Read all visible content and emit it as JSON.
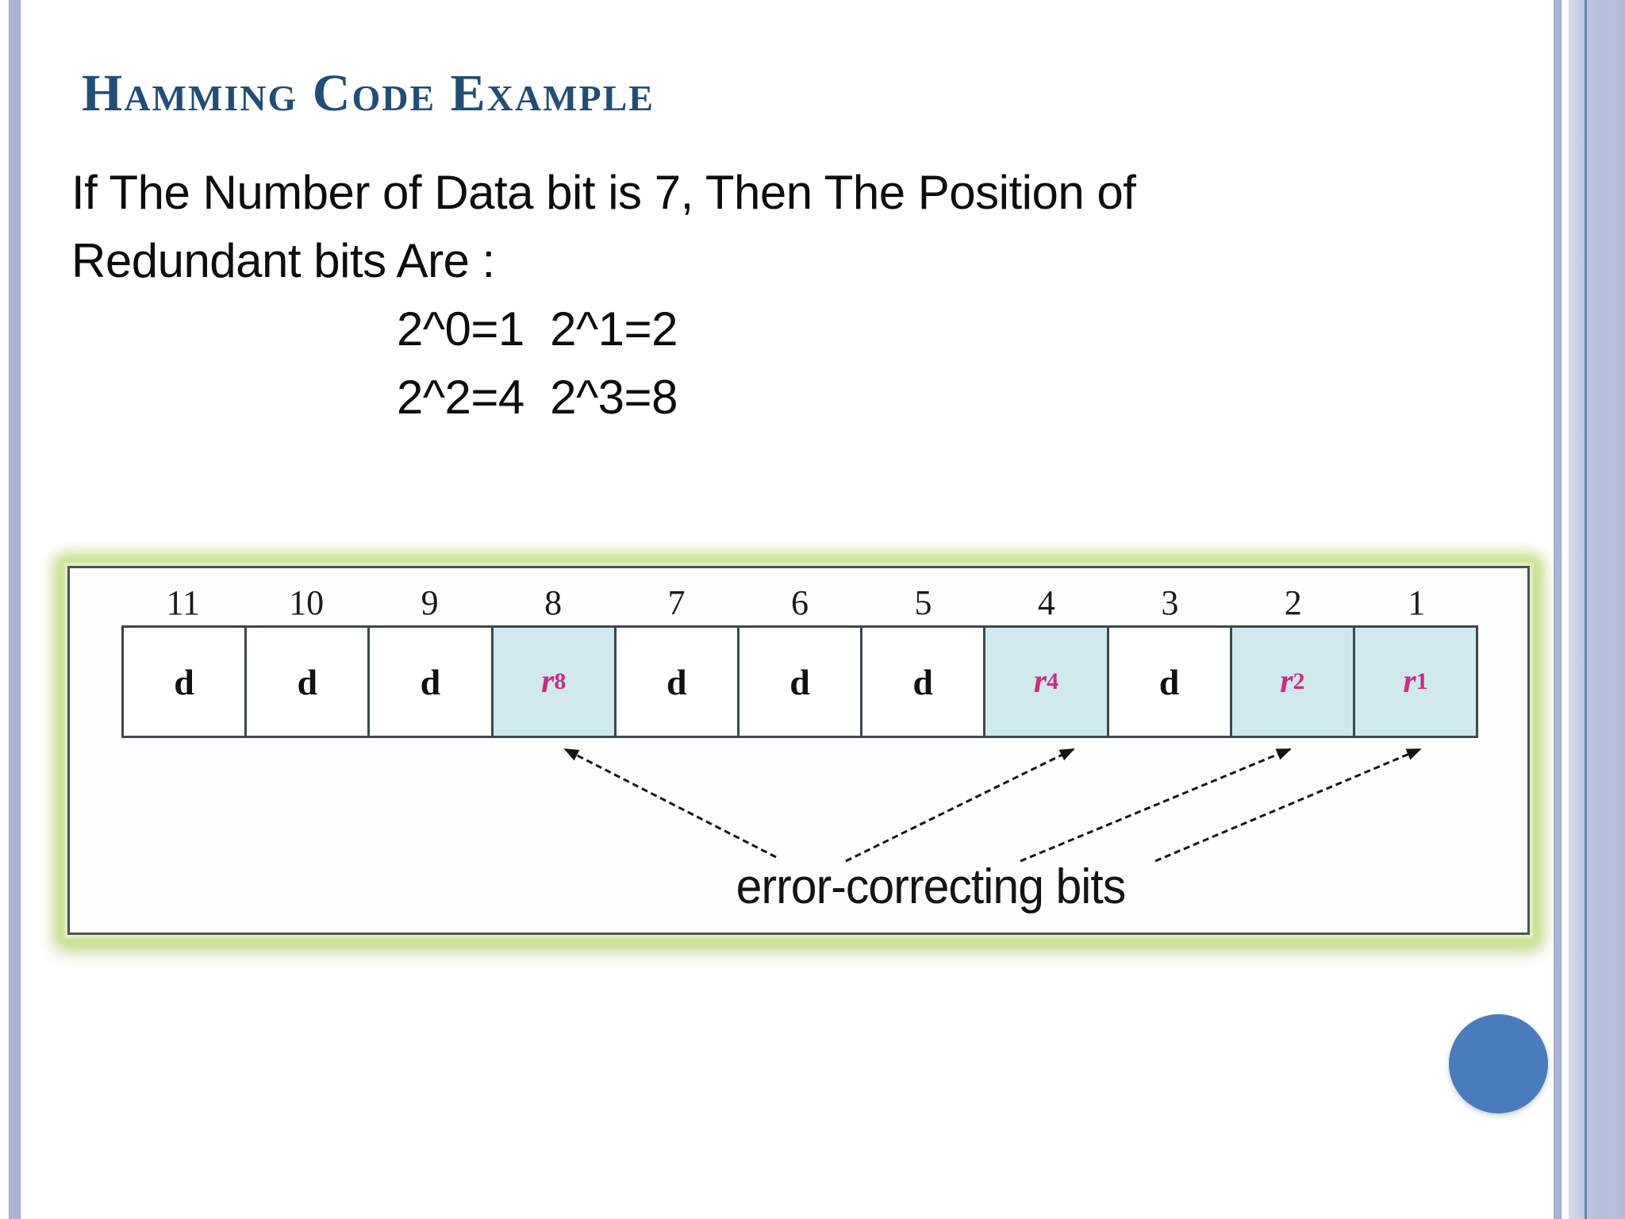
{
  "slide": {
    "title": "Hamming Code Example",
    "body_line1": "If The Number of Data bit is 7, Then The Position of",
    "body_line2": "Redundant bits Are :",
    "formula_line1": "2^0=1  2^1=2",
    "formula_line2": "2^2=4  2^3=8"
  },
  "figure": {
    "positions": [
      "11",
      "10",
      "9",
      "8",
      "7",
      "6",
      "5",
      "4",
      "3",
      "2",
      "1"
    ],
    "cells": [
      {
        "label": "d",
        "type": "data"
      },
      {
        "label": "d",
        "type": "data"
      },
      {
        "label": "d",
        "type": "data"
      },
      {
        "label": "r",
        "sub": "8",
        "type": "redundant"
      },
      {
        "label": "d",
        "type": "data"
      },
      {
        "label": "d",
        "type": "data"
      },
      {
        "label": "d",
        "type": "data"
      },
      {
        "label": "r",
        "sub": "4",
        "type": "redundant"
      },
      {
        "label": "d",
        "type": "data"
      },
      {
        "label": "r",
        "sub": "2",
        "type": "redundant"
      },
      {
        "label": "r",
        "sub": "1",
        "type": "redundant"
      }
    ],
    "caption": "error-correcting bits"
  },
  "colors": {
    "title_blue": "#1f4e79",
    "redundant_label_pink": "#d12a7e",
    "redundant_cell_fill": "#cfe9ef",
    "figure_glow_green": "#c6e181",
    "circle_blue": "#4a7cbd",
    "edge_stripe_lavender": "#a9b4d6",
    "edge_accent_blue": "#5b82b8"
  }
}
